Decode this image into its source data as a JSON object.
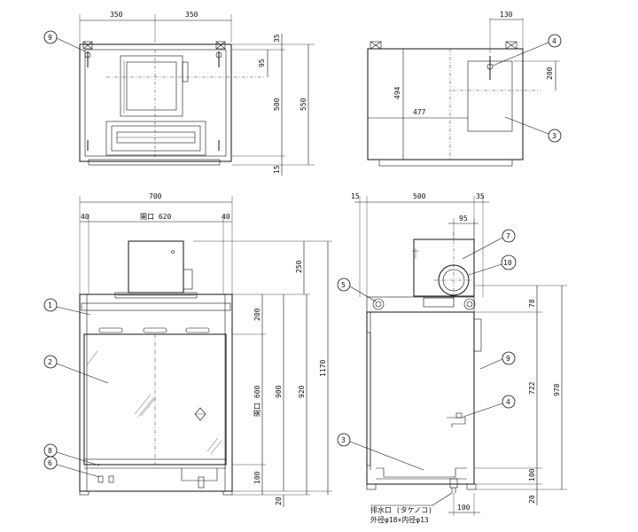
{
  "top_view": {
    "dims": {
      "left_half": "350",
      "right_half": "350",
      "depth_top": "35",
      "offset": "95",
      "inner": "500",
      "outer": "550",
      "bottom": "15"
    },
    "balloons": {
      "a": "9"
    }
  },
  "side_top_view": {
    "dims": {
      "width130": "130",
      "h200": "200",
      "h494": "494",
      "w477": "477"
    },
    "balloons": {
      "a": "4",
      "b": "3"
    }
  },
  "front_view": {
    "dims": {
      "overall": "700",
      "left40": "40",
      "opening": "開口 620",
      "right40": "40",
      "h250": "250",
      "h200": "200",
      "opening_h": "開口 600",
      "h900": "900",
      "h920": "920",
      "h1170": "1170",
      "h100": "100",
      "h20": "20"
    },
    "balloons": {
      "a": "1",
      "b": "2",
      "c": "8",
      "d": "6"
    }
  },
  "side_view": {
    "dims": {
      "left15": "15",
      "depth500": "500",
      "right35": "35",
      "d95": "95",
      "h78": "78",
      "h722": "722",
      "h978": "978",
      "h100": "100",
      "h20": "20",
      "w100": "100"
    },
    "balloons": {
      "a": "7",
      "b": "10",
      "c": "5",
      "d": "9",
      "e": "4",
      "f": "3"
    },
    "drain_title": "排水口 (タケノコ)",
    "drain_spec": "外径φ18×内径φ13"
  }
}
